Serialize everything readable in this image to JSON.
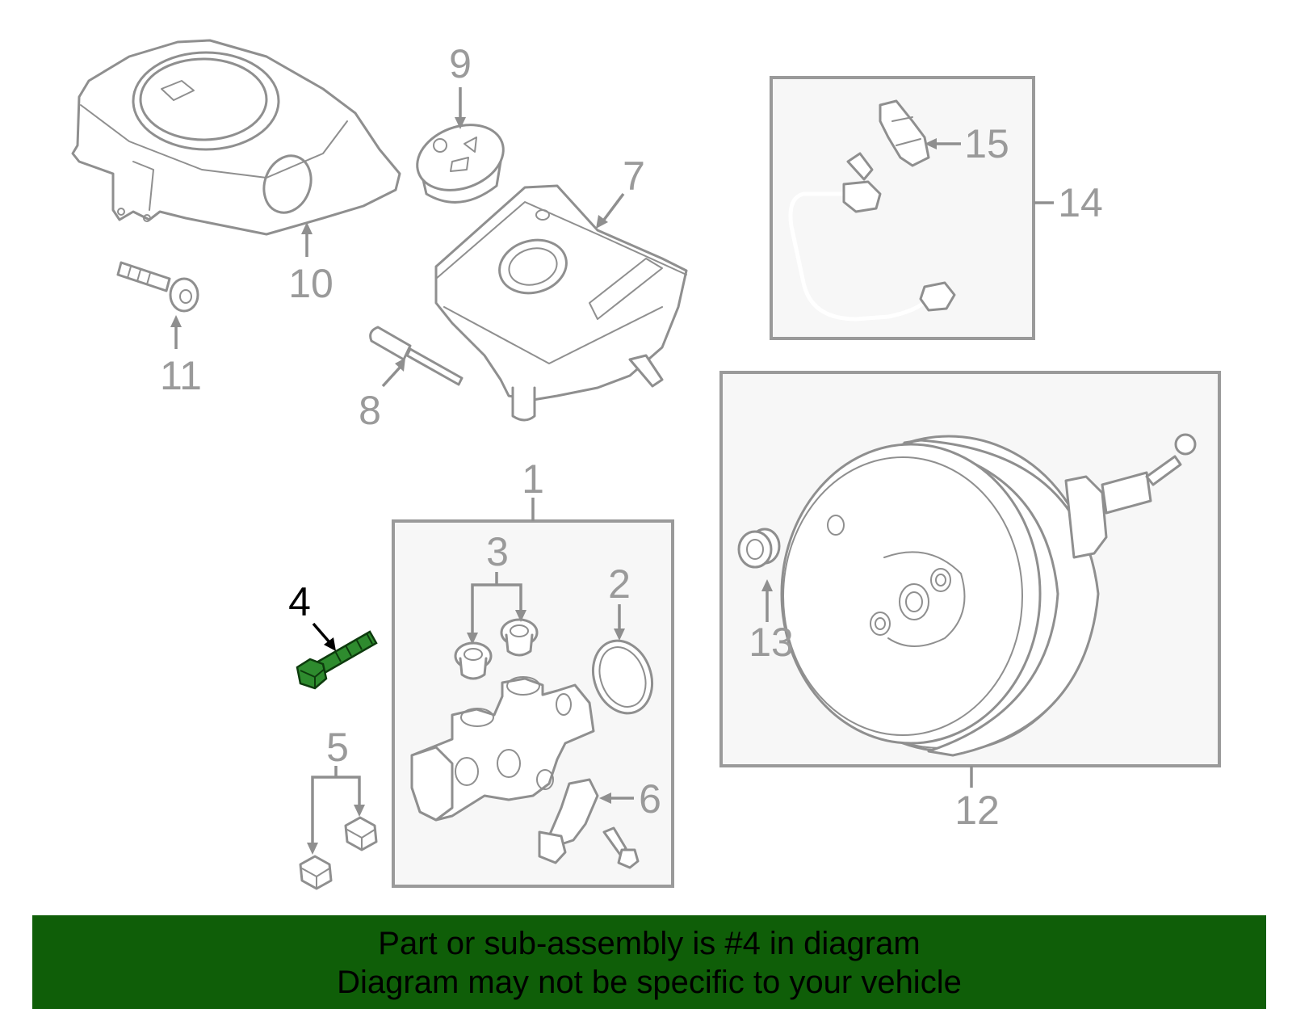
{
  "callouts": {
    "c1": "1",
    "c2": "2",
    "c3": "3",
    "c4": "4",
    "c5": "5",
    "c6": "6",
    "c7": "7",
    "c8": "8",
    "c9": "9",
    "c10": "10",
    "c11": "11",
    "c12": "12",
    "c13": "13",
    "c14": "14",
    "c15": "15"
  },
  "highlighted_part": "4",
  "colors": {
    "highlight_part": "#2e8b2e",
    "banner_background": "#0f5e08",
    "line_art": "#8f8f8f",
    "callout_text": "#9a9a9a"
  },
  "banner": {
    "line1": "Part or sub-assembly is #4 in diagram",
    "line2": "Diagram may not be specific to your vehicle"
  }
}
